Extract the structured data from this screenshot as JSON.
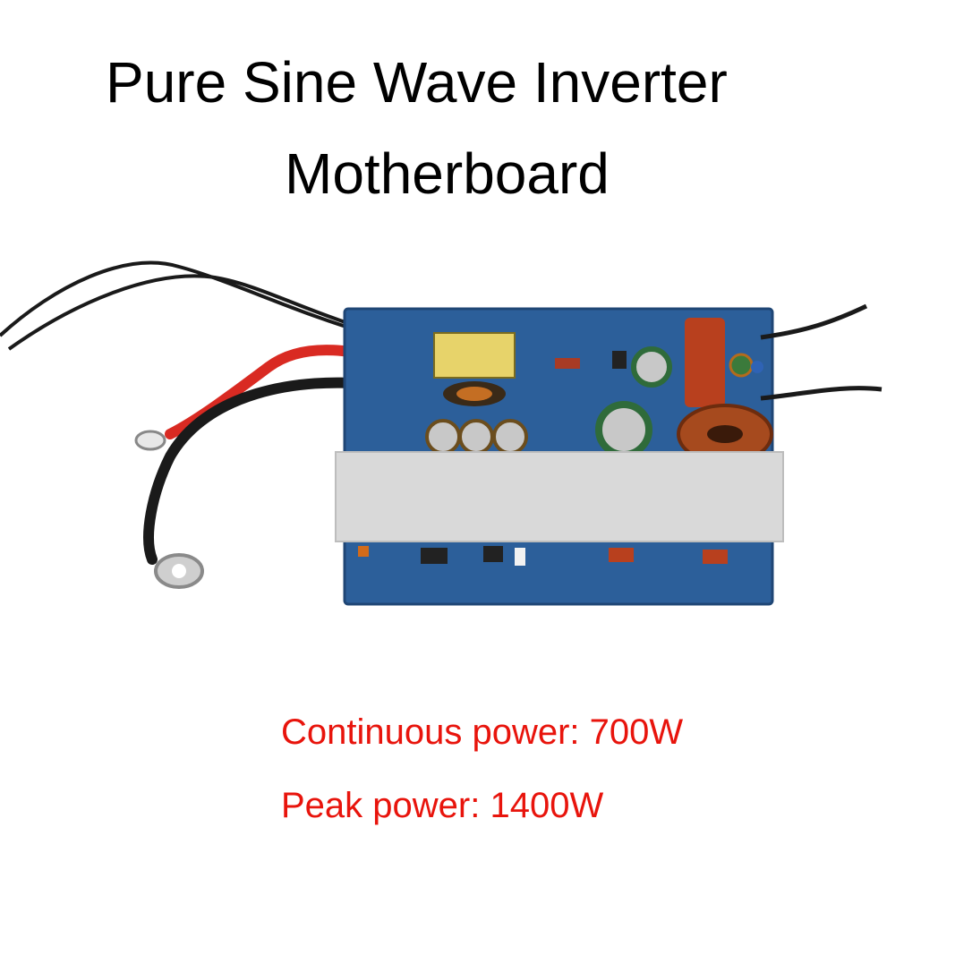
{
  "title": {
    "line1": "Pure Sine Wave Inverter",
    "line2": "Motherboard"
  },
  "specs": {
    "continuous": "Continuous power: 700W",
    "peak": "Peak power: 1400W",
    "color": "#e8140c"
  },
  "photo": {
    "board_color": "#2c5f9a",
    "heatsink_color": "#d9d9d9",
    "wire_red": "#d92a22",
    "wire_black": "#1a1a1a"
  }
}
